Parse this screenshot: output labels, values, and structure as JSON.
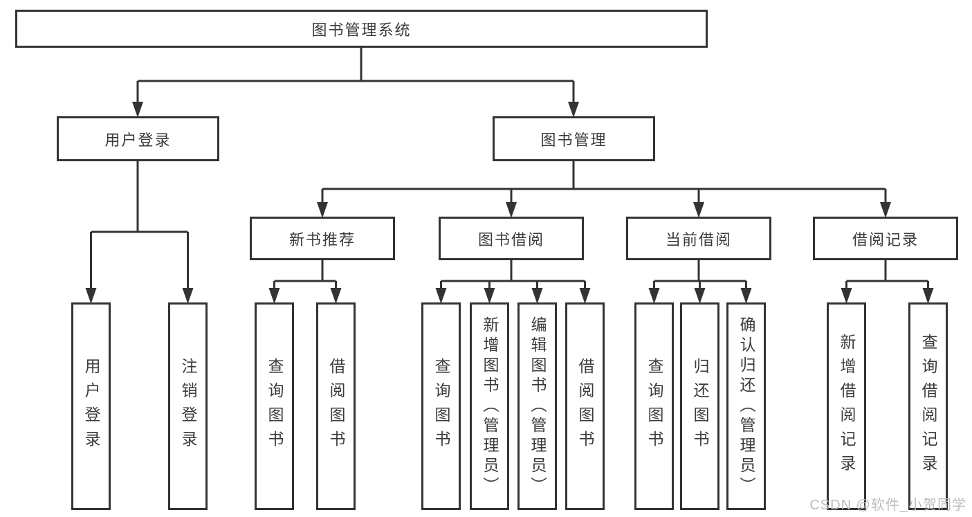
{
  "nodes": {
    "root": {
      "label": "图书管理系统"
    },
    "level2": [
      {
        "label": "用户登录",
        "parent": "图书管理系统"
      },
      {
        "label": "图书管理",
        "parent": "图书管理系统"
      }
    ],
    "level3": [
      {
        "label": "新书推荐",
        "parent": "图书管理"
      },
      {
        "label": "图书借阅",
        "parent": "图书管理"
      },
      {
        "label": "当前借阅",
        "parent": "图书管理"
      },
      {
        "label": "借阅记录",
        "parent": "图书管理"
      }
    ],
    "leaves": [
      {
        "label": "用户登录",
        "parent": "用户登录"
      },
      {
        "label": "注销登录",
        "parent": "用户登录"
      },
      {
        "label": "查询图书",
        "parent": "新书推荐"
      },
      {
        "label": "借阅图书",
        "parent": "新书推荐"
      },
      {
        "label": "查询图书",
        "parent": "图书借阅"
      },
      {
        "label": "新增图书（管理员）",
        "parent": "图书借阅"
      },
      {
        "label": "编辑图书（管理员）",
        "parent": "图书借阅"
      },
      {
        "label": "借阅图书",
        "parent": "图书借阅"
      },
      {
        "label": "查询图书",
        "parent": "当前借阅"
      },
      {
        "label": "归还图书",
        "parent": "当前借阅"
      },
      {
        "label": "确认归还（管理员）",
        "parent": "当前借阅"
      },
      {
        "label": "新增借阅记录",
        "parent": "借阅记录"
      },
      {
        "label": "查询借阅记录",
        "parent": "借阅记录"
      }
    ]
  },
  "watermark": {
    "text": "CSDN @软件_小贺同学"
  },
  "colors": {
    "line": "#333333",
    "text": "#3b3b3b",
    "background": "#ffffff",
    "watermark": "#bdbdbd"
  }
}
